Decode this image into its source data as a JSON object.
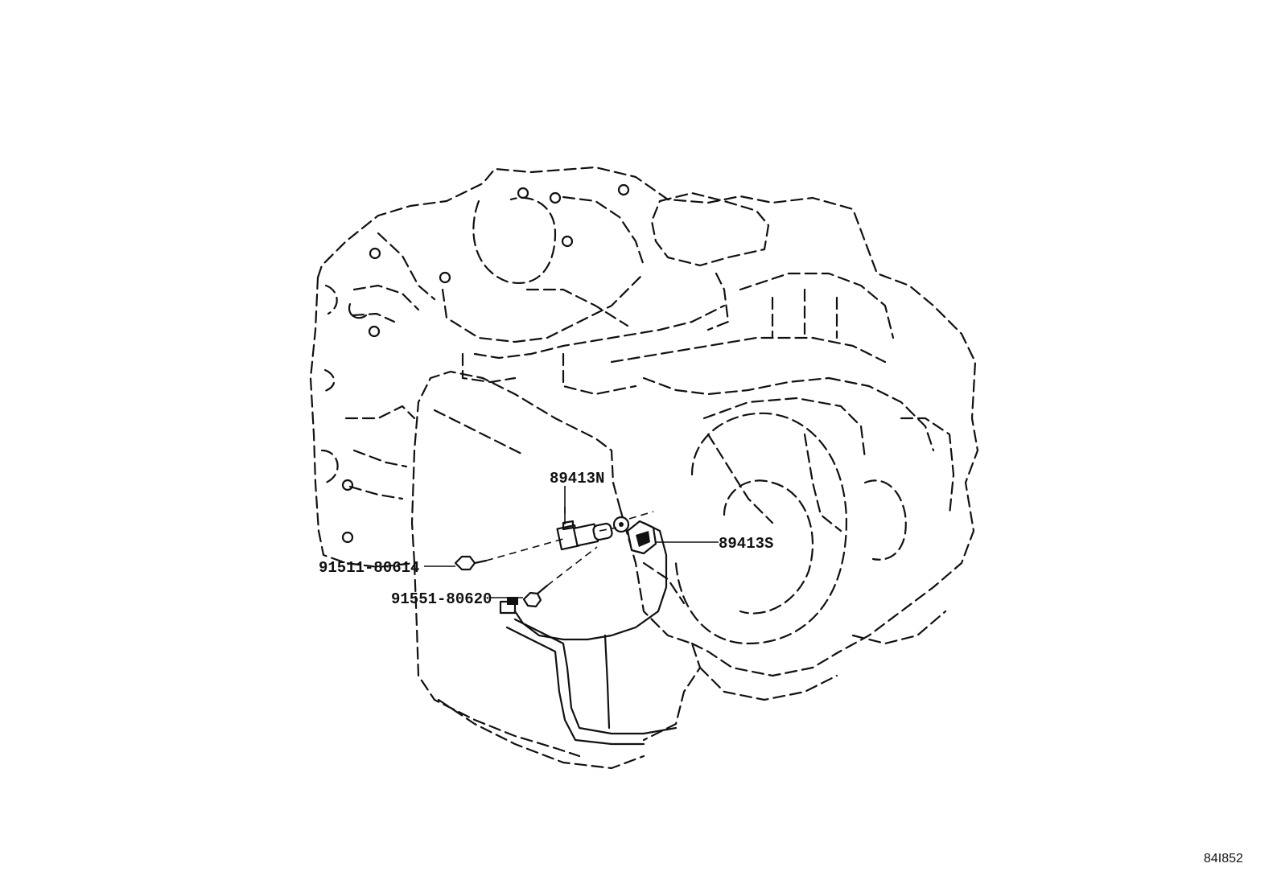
{
  "diagram": {
    "labels": {
      "speed_sensor_n": "89413N",
      "speed_sensor_s": "89413S",
      "bolt_a": "91511-80614",
      "bolt_b": "91551-80620"
    },
    "illustration_code": "84I852"
  }
}
